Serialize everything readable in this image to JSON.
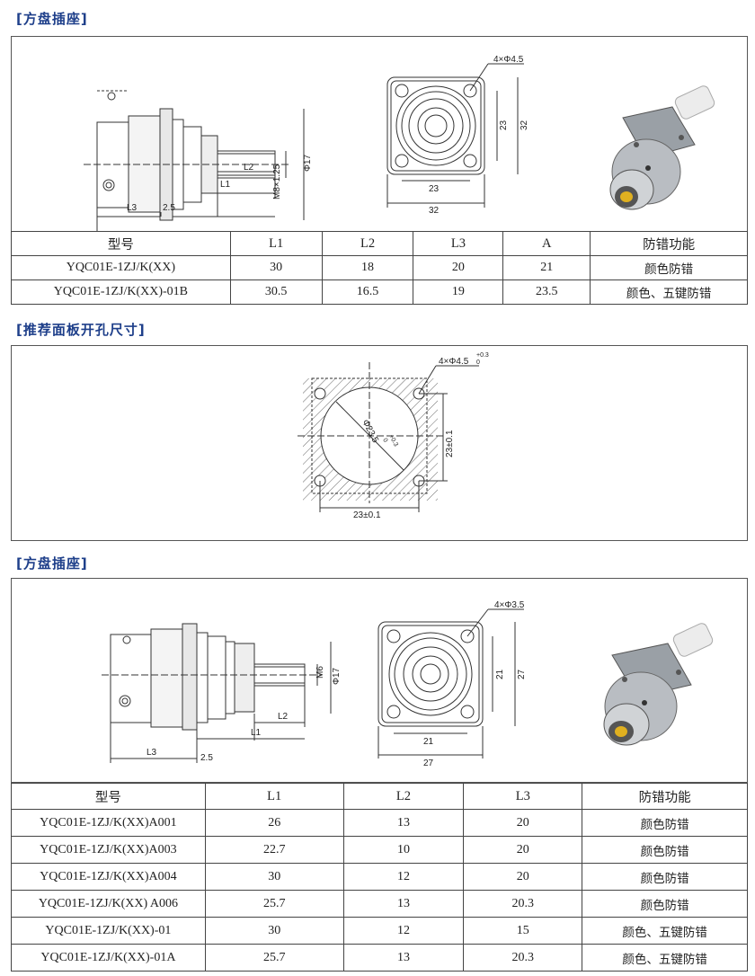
{
  "sections": [
    {
      "title": "[方盘插座]"
    },
    {
      "title": "[推荐面板开孔尺寸]"
    },
    {
      "title": "[方盘插座]"
    }
  ],
  "drawing1": {
    "thread": "M8×1.25",
    "dia": "Φ17",
    "L1": "L1",
    "L2": "L2",
    "L3": "L3",
    "gap": "2.5",
    "holes": "4×Φ4.5",
    "inner": "23",
    "outer": "32"
  },
  "cutout": {
    "holes": "4×Φ4.5",
    "holes_tol": "+0.3",
    "holes_tol_low": "0",
    "dia": "Φ23.5",
    "dia_tol": "+0.3",
    "dia_tol_low": "0",
    "h": "23±0.1",
    "w": "23±0.1"
  },
  "drawing2": {
    "thread": "M6",
    "dia": "Φ17",
    "L1": "L1",
    "L2": "L2",
    "L3": "L3",
    "gap": "2.5",
    "holes": "4×Φ3.5",
    "inner": "21",
    "outer": "27"
  },
  "table1": {
    "headers": [
      "型号",
      "L1",
      "L2",
      "L3",
      "A",
      "防错功能"
    ],
    "rows": [
      [
        "YQC01E-1ZJ/K(XX)",
        "30",
        "18",
        "20",
        "21",
        "颜色防错"
      ],
      [
        "YQC01E-1ZJ/K(XX)-01B",
        "30.5",
        "16.5",
        "19",
        "23.5",
        "颜色、五键防错"
      ]
    ]
  },
  "table2": {
    "headers": [
      "型号",
      "L1",
      "L2",
      "L3",
      "防错功能"
    ],
    "rows": [
      [
        "YQC01E-1ZJ/K(XX)A001",
        "26",
        "13",
        "20",
        "颜色防错"
      ],
      [
        "YQC01E-1ZJ/K(XX)A003",
        "22.7",
        "10",
        "20",
        "颜色防错"
      ],
      [
        "YQC01E-1ZJ/K(XX)A004",
        "30",
        "12",
        "20",
        "颜色防错"
      ],
      [
        "YQC01E-1ZJ/K(XX) A006",
        "25.7",
        "13",
        "20.3",
        "颜色防错"
      ],
      [
        "YQC01E-1ZJ/K(XX)-01",
        "30",
        "12",
        "15",
        "颜色、五键防错"
      ],
      [
        "YQC01E-1ZJ/K(XX)-01A",
        "25.7",
        "13",
        "20.3",
        "颜色、五键防错"
      ]
    ]
  },
  "colors": {
    "title": "#1e3f8a",
    "line": "#333333",
    "metal": "#b8bcc0",
    "gold": "#e0b020"
  }
}
